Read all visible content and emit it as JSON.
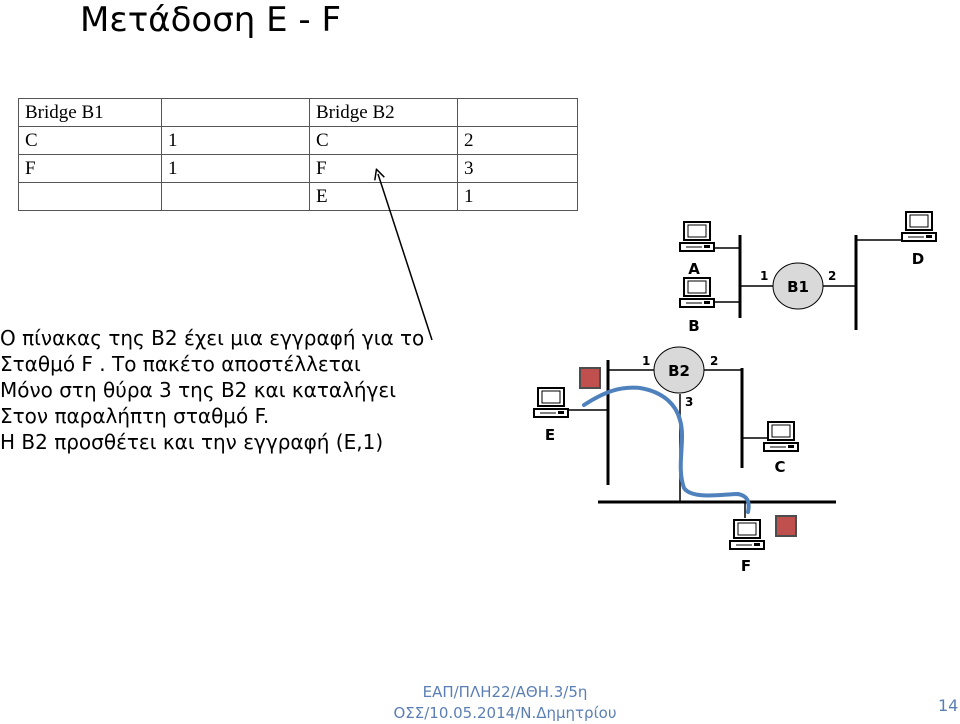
{
  "slide": {
    "title": "Μετάδοση E - F",
    "table": {
      "rows": [
        [
          "Bridge B1",
          "",
          "Bridge B2",
          ""
        ],
        [
          "C",
          "1",
          "C",
          "2"
        ],
        [
          "F",
          "1",
          "F",
          "3"
        ],
        [
          "",
          "",
          "E",
          "1"
        ]
      ]
    },
    "body_lines": [
      "Ο πίνακας της Β2 έχει μια εγγραφή για το",
      "Σταθμό F . Το πακέτο αποστέλλεται",
      "Μόνο στη θύρα 3 της Β2 και καταλήγει",
      "Στον παραλήπτη σταθμό F.",
      "Η Β2 προσθέτει και την εγγραφή (Ε,1)"
    ],
    "diagram": {
      "stations": {
        "a": "A",
        "b": "B",
        "c": "C",
        "d": "D",
        "e": "E",
        "f": "F"
      },
      "bridges": {
        "b1": "B1",
        "b2": "B2"
      },
      "ports": {
        "b1_p1": "1",
        "b1_p2": "2",
        "b2_p1": "1",
        "b2_p2": "2",
        "b2_p3": "3"
      },
      "colors": {
        "packet": "#c0504d",
        "path": "#4f81bd",
        "bridge_fill": "#d9d9d9"
      }
    },
    "footer": {
      "line1": "ΕΑΠ/ΠΛΗ22/ΑΘΗ.3/5η",
      "line2": "ΟΣΣ/10.05.2014/Ν.Δημητρίου"
    },
    "page_number": "14"
  }
}
